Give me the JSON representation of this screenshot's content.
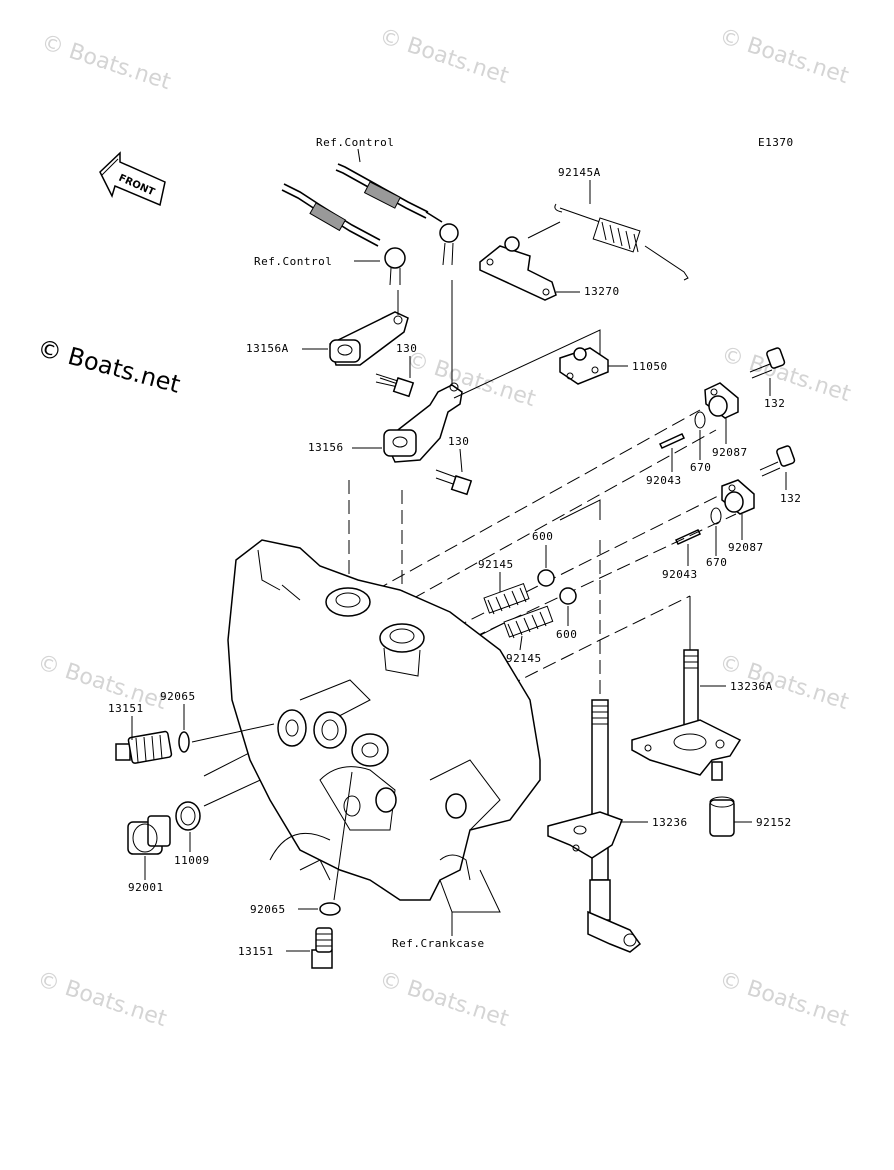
{
  "diagram_code": "E1370",
  "front_arrow_label": "FRONT",
  "main_watermark": "© Boats.net",
  "watermarks": [
    "© Boats.net",
    "© Boats.net",
    "© Boats.net",
    "© Boats.net",
    "© Boats.net",
    "© Boats.net",
    "© Boats.net",
    "© Boats.net",
    "© Boats.net",
    "© Boats.net"
  ],
  "labels": {
    "ref_control_top": "Ref.Control",
    "ref_control_left": "Ref.Control",
    "p92145A": "92145A",
    "p13270": "13270",
    "p11050": "11050",
    "p13156A": "13156A",
    "p130_a": "130",
    "p13156": "13156",
    "p130_b": "130",
    "p132_a": "132",
    "p92087_a": "92087",
    "p670_a": "670",
    "p92043_a": "92043",
    "p132_b": "132",
    "p92087_b": "92087",
    "p670_b": "670",
    "p92043_b": "92043",
    "p600_a": "600",
    "p600_b": "600",
    "p92145_a": "92145",
    "p92145_b": "92145",
    "p13236A": "13236A",
    "p92065_a": "92065",
    "p13151_a": "13151",
    "p11009": "11009",
    "p92001": "92001",
    "p13236": "13236",
    "p92152": "92152",
    "p92065_b": "92065",
    "p13151_b": "13151",
    "ref_crankcase": "Ref.Crankcase"
  }
}
